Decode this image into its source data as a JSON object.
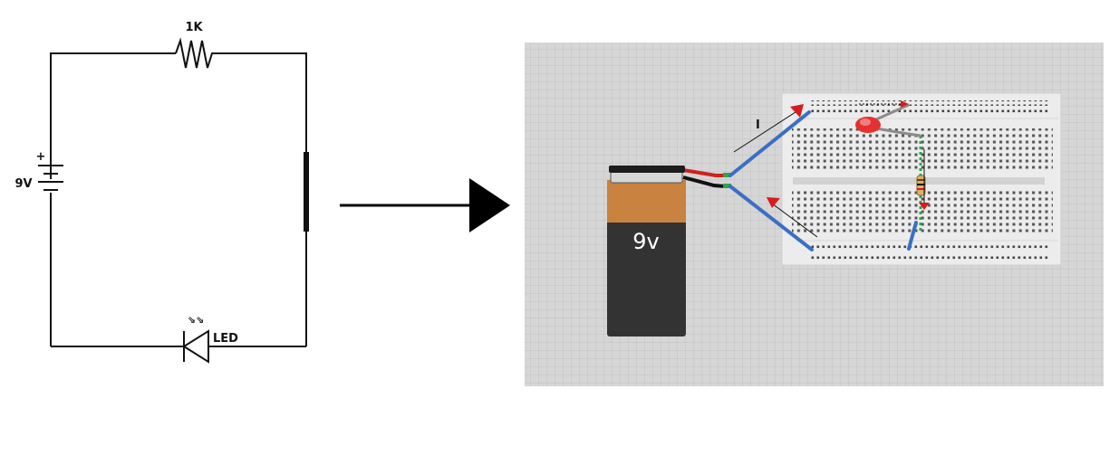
{
  "schematic": {
    "resistor_label": "1K",
    "battery_label": "9V",
    "battery_plus": "+",
    "led_label": "LED",
    "led_light_glyph": "⇘⇘"
  },
  "breadboard_view": {
    "battery_label": "9v",
    "current_label": "I",
    "wire_color": "#3a6fc4",
    "arrow_color": "#d81b1b",
    "battery_orange": "#c9823f",
    "battery_black": "#333333"
  }
}
